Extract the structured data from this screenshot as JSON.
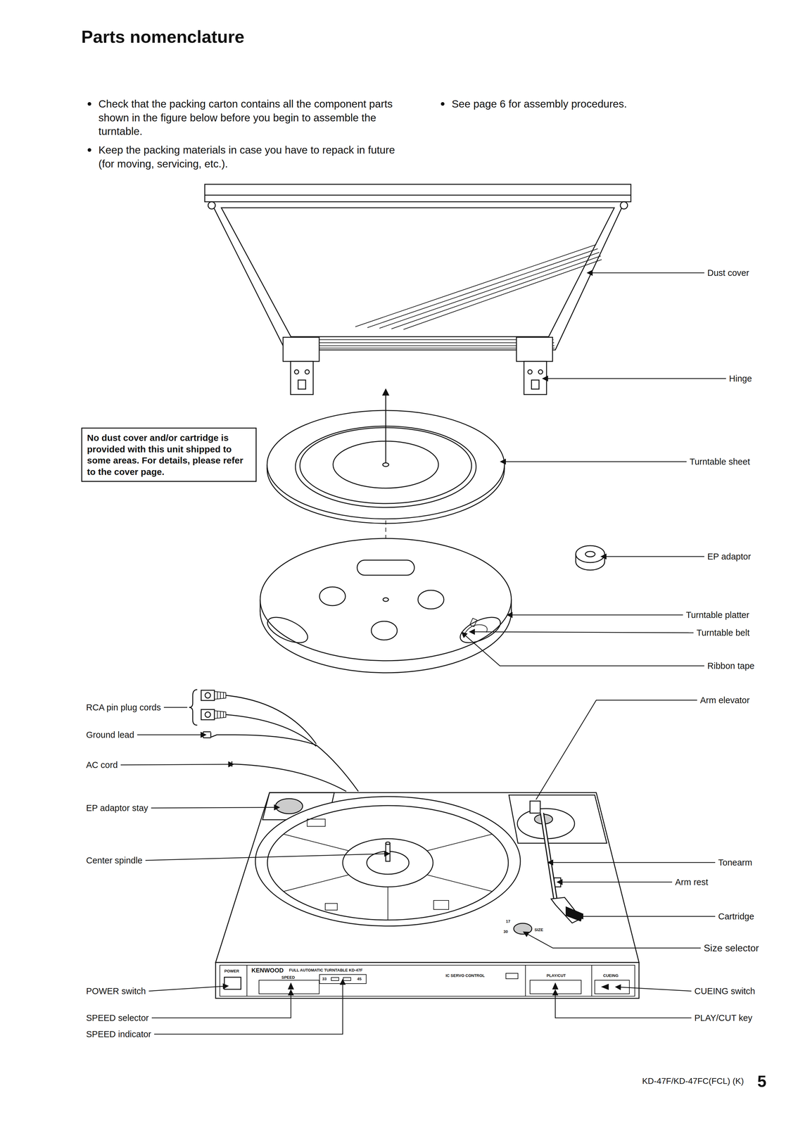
{
  "diagram": {
    "title": "Parts nomenclature",
    "nodes": [
      {
        "text": [
          "No dust cover and/or cartridge is provided with this unit shipped to some areas. For details, please refer to the cover page."
        ]
      }
    ],
    "labels": [
      "Check that the packing carton contains all the component parts shown in the figure below before you begin to assemble the turntable.",
      "Keep the packing materials in case you have to repack in future (for moving, servicing, etc.).",
      "See page 6 for assembly procedures.",
      "Dust cover",
      "Hinge",
      "Turntable sheet",
      "EP adaptor",
      "Turntable platter",
      "Turntable belt",
      "Ribbon tape",
      "RCA pin plug cords",
      "Arm elevator",
      "Ground lead",
      "AC cord",
      "EP adaptor stay",
      "Center spindle",
      "Tonearm",
      "Arm rest",
      "Cartridge",
      "Size selector",
      "POWER switch",
      "CUEING switch",
      "SPEED selector",
      "PLAY/CUT key",
      "SPEED indicator",
      "KENWOOD",
      "FULL AUTOMATIC TURNTABLE KD-47F",
      "POWER",
      "SPEED",
      "33",
      "45",
      "IC SERVO CONTROL",
      "PLAY/CUT",
      "CUEING",
      "17",
      "30",
      "SIZE",
      "KD-47F/KD-47FC(FCL) (K)",
      "5"
    ]
  }
}
